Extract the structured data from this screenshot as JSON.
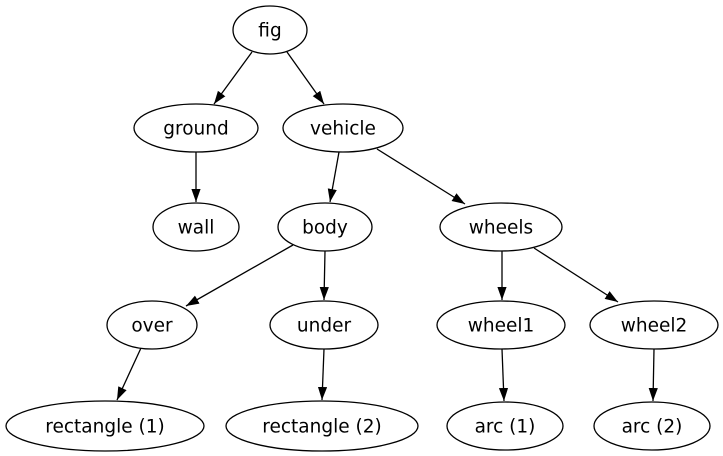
{
  "diagram": {
    "type": "directed-tree-graph",
    "orientation": "top-down",
    "background_color": "#ffffff",
    "stroke_color": "#000000",
    "text_color": "#000000",
    "nodes": {
      "fig": {
        "label": "fig"
      },
      "ground": {
        "label": "ground"
      },
      "vehicle": {
        "label": "vehicle"
      },
      "wall": {
        "label": "wall"
      },
      "body": {
        "label": "body"
      },
      "wheels": {
        "label": "wheels"
      },
      "over": {
        "label": "over"
      },
      "under": {
        "label": "under"
      },
      "wheel1": {
        "label": "wheel1"
      },
      "wheel2": {
        "label": "wheel2"
      },
      "rect1": {
        "label": "rectangle (1)"
      },
      "rect2": {
        "label": "rectangle (2)"
      },
      "arc1": {
        "label": "arc (1)"
      },
      "arc2": {
        "label": "arc (2)"
      }
    },
    "edges": [
      {
        "from": "fig",
        "to": "ground"
      },
      {
        "from": "fig",
        "to": "vehicle"
      },
      {
        "from": "ground",
        "to": "wall"
      },
      {
        "from": "vehicle",
        "to": "body"
      },
      {
        "from": "vehicle",
        "to": "wheels"
      },
      {
        "from": "body",
        "to": "over"
      },
      {
        "from": "body",
        "to": "under"
      },
      {
        "from": "wheels",
        "to": "wheel1"
      },
      {
        "from": "wheels",
        "to": "wheel2"
      },
      {
        "from": "over",
        "to": "rect1"
      },
      {
        "from": "under",
        "to": "rect2"
      },
      {
        "from": "wheel1",
        "to": "arc1"
      },
      {
        "from": "wheel2",
        "to": "arc2"
      }
    ]
  }
}
